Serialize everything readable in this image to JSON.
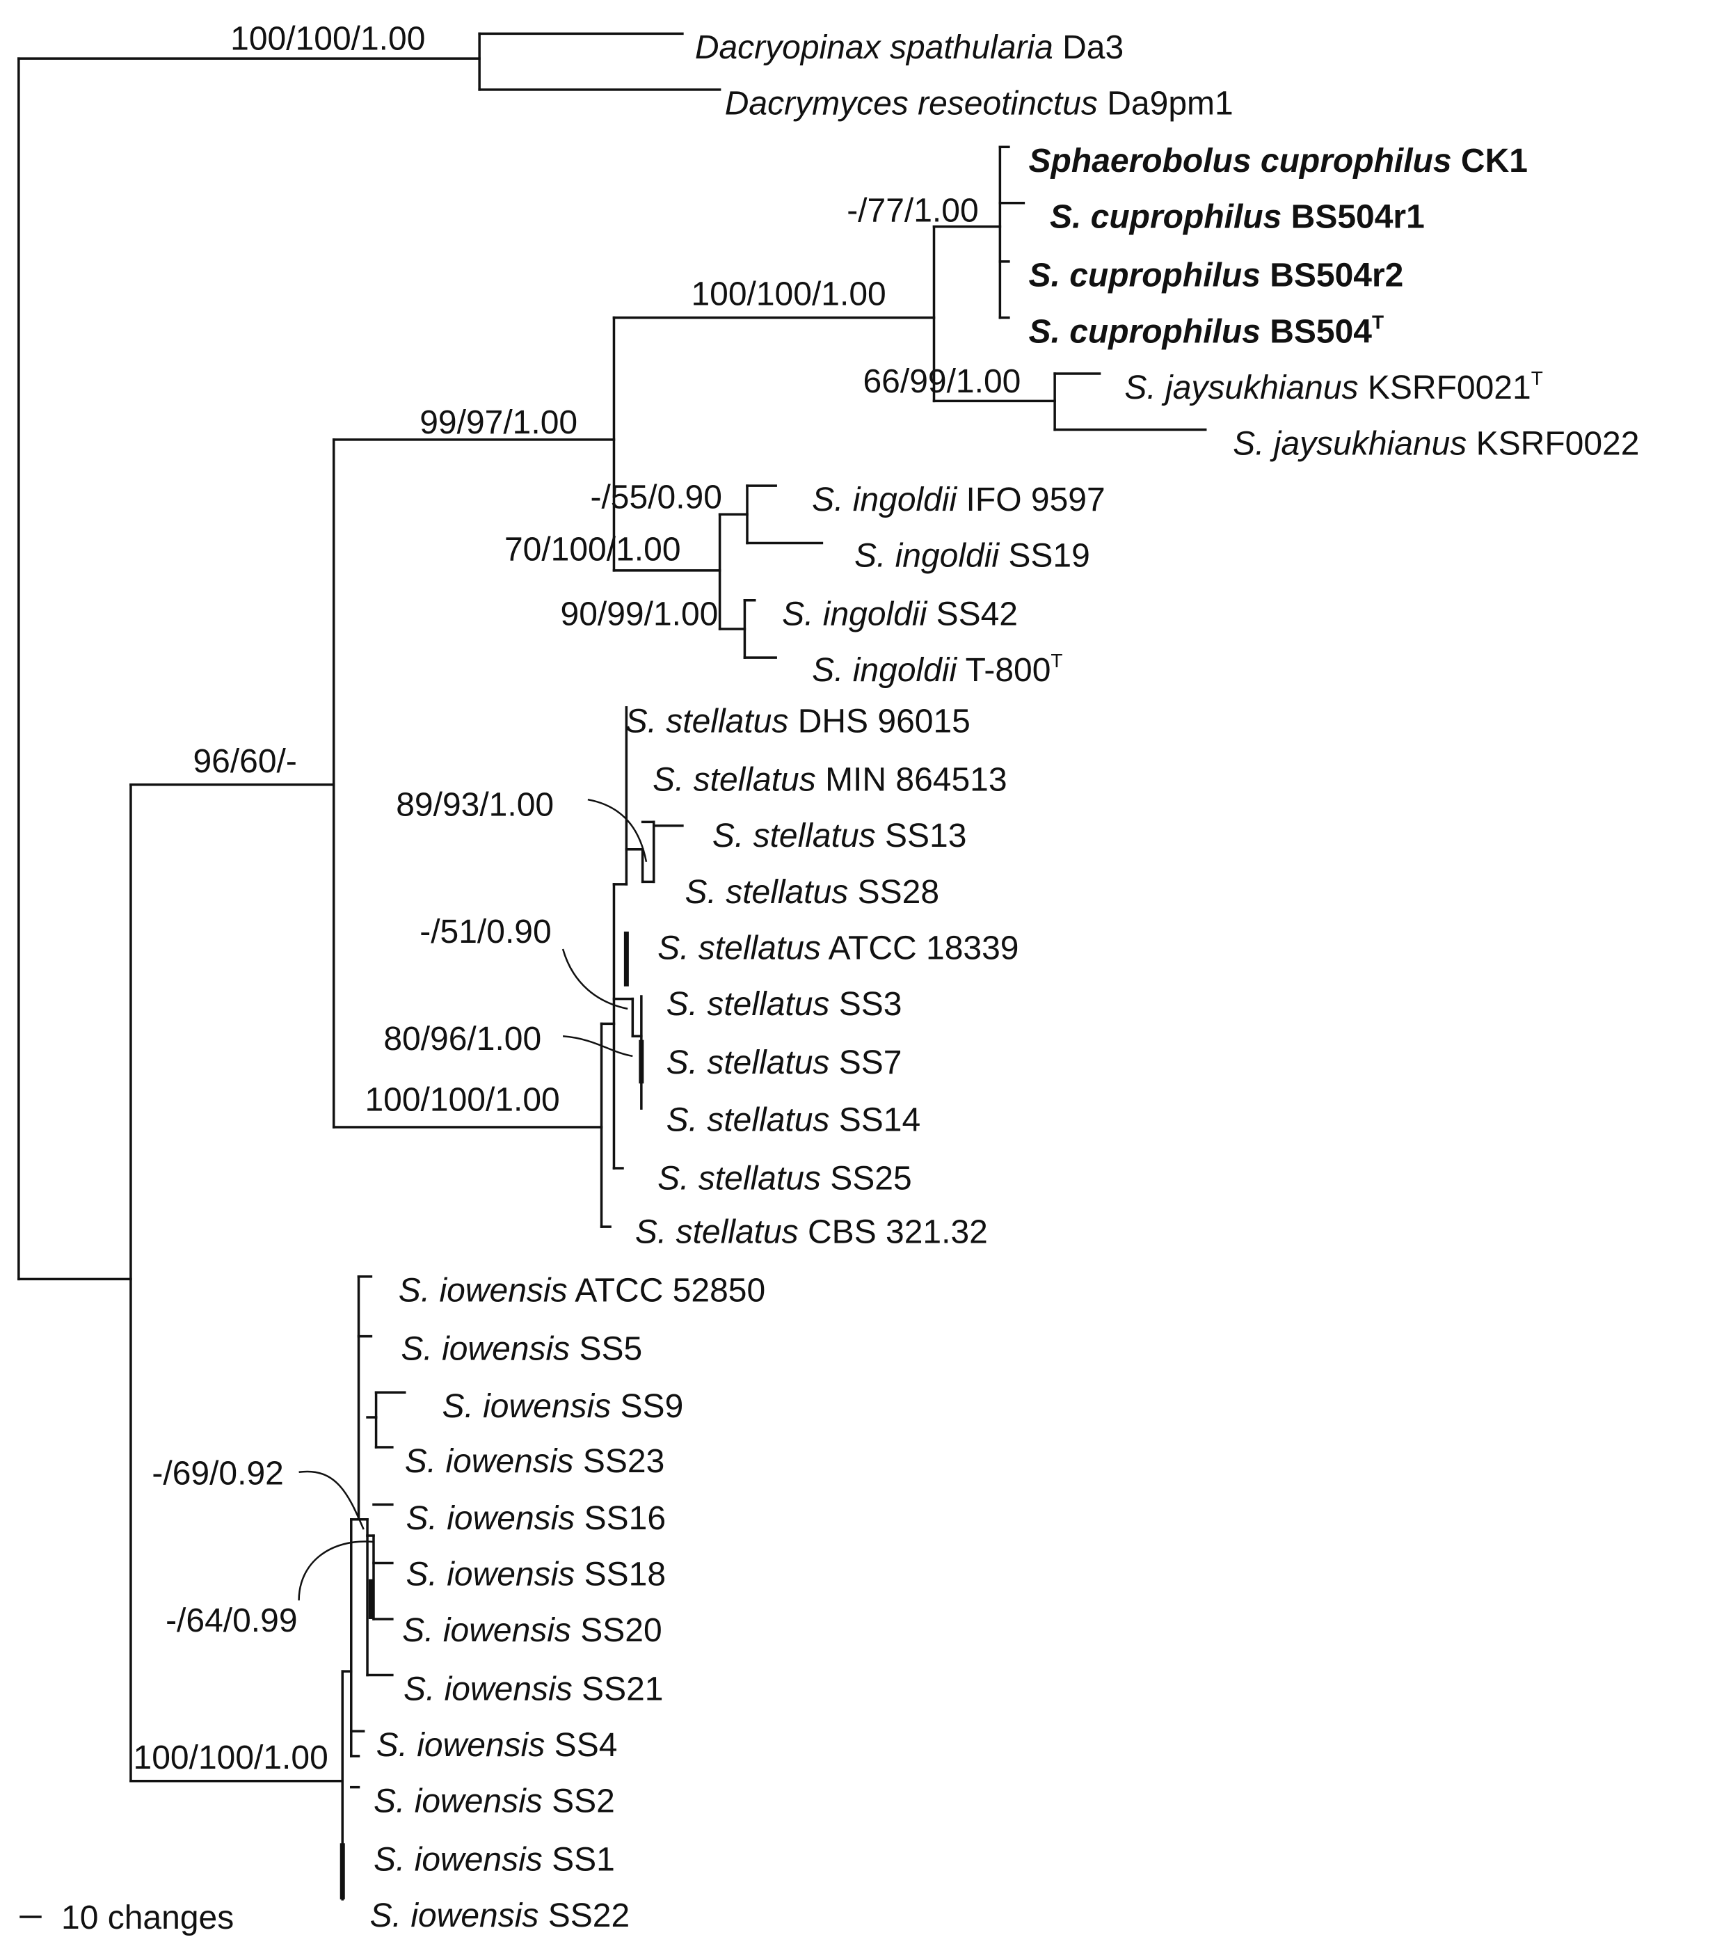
{
  "taxa": [
    {
      "id": "t_da3",
      "genus": "Dacryopinax spathularia",
      "strain": "Da3",
      "bold": false,
      "type": false
    },
    {
      "id": "t_da9",
      "genus": "Dacrymyces reseotinctus",
      "strain": "Da9pm1",
      "bold": false,
      "type": false
    },
    {
      "id": "t_ck1",
      "genus": "Sphaerobolus cuprophilus",
      "strain": "CK1",
      "bold": true,
      "type": false
    },
    {
      "id": "t_r1",
      "genus": "S. cuprophilus",
      "strain": "BS504r1",
      "bold": true,
      "type": false
    },
    {
      "id": "t_r2",
      "genus": "S. cuprophilus",
      "strain": "BS504r2",
      "bold": true,
      "type": false
    },
    {
      "id": "t_bs504",
      "genus": "S. cuprophilus",
      "strain": "BS504",
      "bold": true,
      "type": true
    },
    {
      "id": "t_jay21",
      "genus": "S. jaysukhianus",
      "strain": "KSRF0021",
      "bold": false,
      "type": true
    },
    {
      "id": "t_jay22",
      "genus": "S. jaysukhianus",
      "strain": "KSRF0022",
      "bold": false,
      "type": false
    },
    {
      "id": "t_ing9597",
      "genus": "S. ingoldii",
      "strain": "IFO 9597",
      "bold": false,
      "type": false
    },
    {
      "id": "t_ing19",
      "genus": "S. ingoldii",
      "strain": "SS19",
      "bold": false,
      "type": false
    },
    {
      "id": "t_ing42",
      "genus": "S. ingoldii",
      "strain": "SS42",
      "bold": false,
      "type": false
    },
    {
      "id": "t_ing800",
      "genus": "S. ingoldii",
      "strain": "T-800",
      "bold": false,
      "type": true
    },
    {
      "id": "t_st_dhs",
      "genus": "S. stellatus",
      "strain": "DHS 96015",
      "bold": false,
      "type": false
    },
    {
      "id": "t_st_min",
      "genus": "S. stellatus",
      "strain": "MIN 864513",
      "bold": false,
      "type": false
    },
    {
      "id": "t_st13",
      "genus": "S. stellatus",
      "strain": "SS13",
      "bold": false,
      "type": false
    },
    {
      "id": "t_st28",
      "genus": "S. stellatus",
      "strain": "SS28",
      "bold": false,
      "type": false
    },
    {
      "id": "t_st_atcc",
      "genus": "S. stellatus",
      "strain": "ATCC 18339",
      "bold": false,
      "type": false
    },
    {
      "id": "t_st3",
      "genus": "S. stellatus",
      "strain": "SS3",
      "bold": false,
      "type": false
    },
    {
      "id": "t_st7",
      "genus": "S. stellatus",
      "strain": "SS7",
      "bold": false,
      "type": false
    },
    {
      "id": "t_st14",
      "genus": "S. stellatus",
      "strain": "SS14",
      "bold": false,
      "type": false
    },
    {
      "id": "t_st25",
      "genus": "S. stellatus",
      "strain": "SS25",
      "bold": false,
      "type": false
    },
    {
      "id": "t_st_cbs",
      "genus": "S. stellatus",
      "strain": "CBS 321.32",
      "bold": false,
      "type": false
    },
    {
      "id": "t_io_atcc",
      "genus": "S. iowensis",
      "strain": "ATCC 52850",
      "bold": false,
      "type": false
    },
    {
      "id": "t_io5",
      "genus": "S. iowensis",
      "strain": "SS5",
      "bold": false,
      "type": false
    },
    {
      "id": "t_io9",
      "genus": "S. iowensis",
      "strain": "SS9",
      "bold": false,
      "type": false
    },
    {
      "id": "t_io23",
      "genus": "S. iowensis",
      "strain": "SS23",
      "bold": false,
      "type": false
    },
    {
      "id": "t_io16",
      "genus": "S. iowensis",
      "strain": "SS16",
      "bold": false,
      "type": false
    },
    {
      "id": "t_io18",
      "genus": "S. iowensis",
      "strain": "SS18",
      "bold": false,
      "type": false
    },
    {
      "id": "t_io20",
      "genus": "S. iowensis",
      "strain": "SS20",
      "bold": false,
      "type": false
    },
    {
      "id": "t_io21",
      "genus": "S. iowensis",
      "strain": "SS21",
      "bold": false,
      "type": false
    },
    {
      "id": "t_io4",
      "genus": "S. iowensis",
      "strain": "SS4",
      "bold": false,
      "type": false
    },
    {
      "id": "t_io2",
      "genus": "S. iowensis",
      "strain": "SS2",
      "bold": false,
      "type": false
    },
    {
      "id": "t_io1",
      "genus": "S. iowensis",
      "strain": "SS1",
      "bold": false,
      "type": false
    },
    {
      "id": "t_io22",
      "genus": "S. iowensis",
      "strain": "SS22",
      "bold": false,
      "type": false
    }
  ],
  "type_marker": "T",
  "support_values": [
    "100/100/1.00",
    "-/77/1.00",
    "100/100/1.00",
    "66/99/1.00",
    "99/97/1.00",
    "-/55/0.90",
    "70/100/1.00",
    "90/99/1.00",
    "96/60/-",
    "89/93/1.00",
    "-/51/0.90",
    "80/96/1.00",
    "100/100/1.00",
    "-/69/0.92",
    "-/64/0.99",
    "100/100/1.00"
  ],
  "scale_bar": {
    "label": "10 changes"
  }
}
